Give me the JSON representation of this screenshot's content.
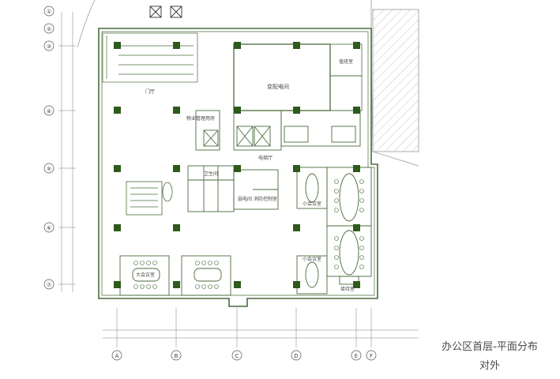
{
  "caption": {
    "title": "办公区首层-平面分布",
    "subtitle": "对外"
  },
  "rooms": {
    "substation": "变配电间",
    "duty_room": "值班室",
    "lobby_label": "门厅",
    "elevator_hall": "电梯厅",
    "mgmt_room": "物业管理用房",
    "weak_room": "弱电间",
    "fire_room": "消防控制室",
    "meeting_small_1": "小会议室",
    "meeting_small_2": "小会议室",
    "meeting_large": "大会议室",
    "reception": "接待室",
    "restroom": "卫生间"
  },
  "grid": {
    "rows": [
      "①",
      "②",
      "③",
      "④",
      "⑤",
      "⑥",
      "⑦"
    ],
    "cols": [
      "A",
      "B",
      "C",
      "D",
      "E",
      "F"
    ]
  },
  "colors": {
    "line": "#4a6b3a",
    "column": "#2e5a1c",
    "hatch": "#8a8a8a",
    "text": "#4a4a4a"
  }
}
